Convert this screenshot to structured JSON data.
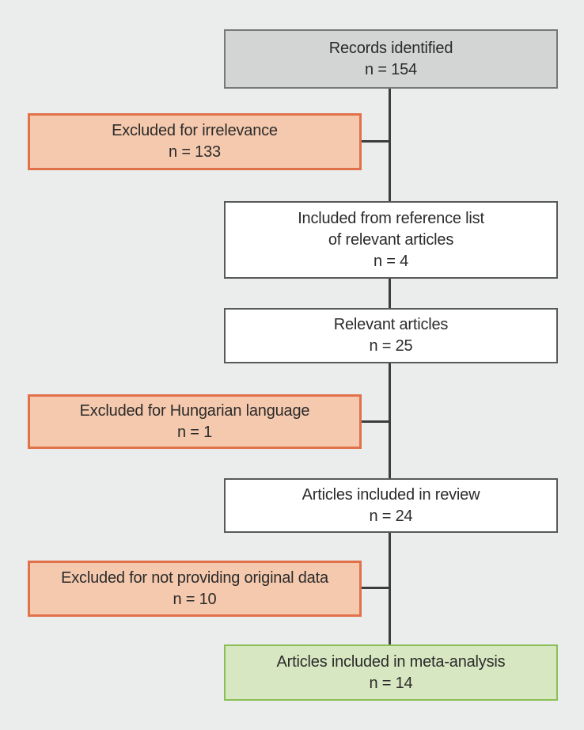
{
  "colors": {
    "background": "#ebecec",
    "connector": "#3c3c3d",
    "text": "#2b2b2b",
    "gray_fill": "#d3d4d4",
    "gray_border": "#77787a",
    "white_fill": "#ffffff",
    "white_border": "#58595b",
    "orange_fill": "#f5c9ad",
    "orange_border": "#e0714b",
    "green_fill": "#d7e7c1",
    "green_border": "#8abf55"
  },
  "nodes": {
    "records": {
      "line1": "Records identified",
      "count": "n = 154"
    },
    "excluded_irrelevance": {
      "line1": "Excluded for irrelevance",
      "count": "n = 133"
    },
    "included_reference": {
      "line1": "Included from reference list",
      "line2": "of relevant articles",
      "count": "n = 4"
    },
    "relevant_articles": {
      "line1": "Relevant articles",
      "count": "n = 25"
    },
    "excluded_hungarian": {
      "line1": "Excluded for Hungarian language",
      "count": "n = 1"
    },
    "included_review": {
      "line1": "Articles included in review",
      "count": "n = 24"
    },
    "excluded_original_data": {
      "line1": "Excluded for not providing original data",
      "count": "n = 10"
    },
    "included_meta_analysis": {
      "line1": "Articles included in meta-analysis",
      "count": "n = 14"
    }
  }
}
